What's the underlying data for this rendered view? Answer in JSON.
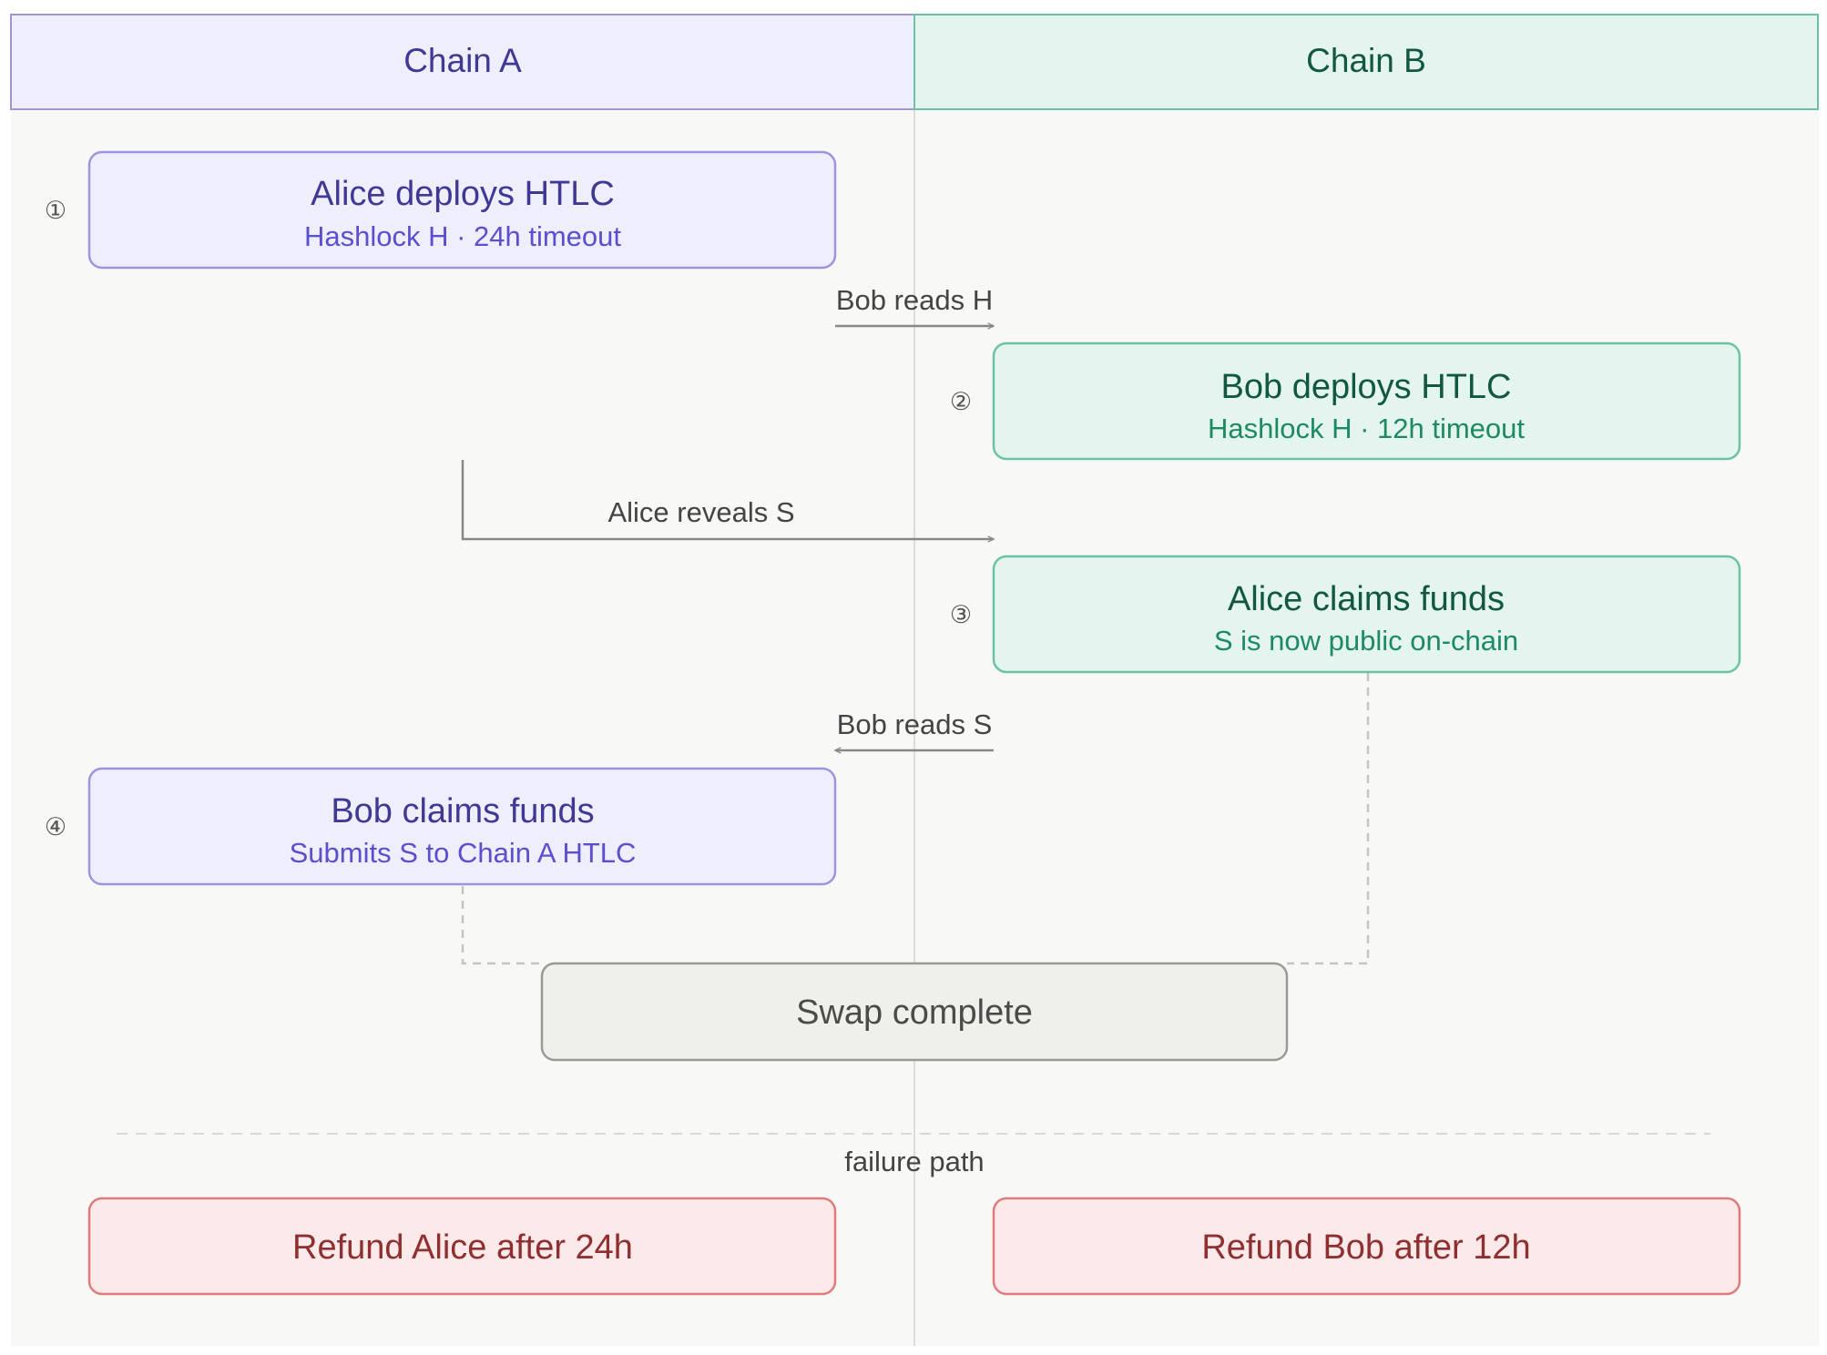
{
  "lanes": {
    "a": {
      "title": "Chain A"
    },
    "b": {
      "title": "Chain B"
    }
  },
  "steps": [
    {
      "num": "①",
      "title": "Alice deploys HTLC",
      "subtitle": "Hashlock H · 24h timeout"
    },
    {
      "num": "②",
      "title": "Bob deploys HTLC",
      "subtitle": "Hashlock H · 12h timeout"
    },
    {
      "num": "③",
      "title": "Alice claims funds",
      "subtitle": "S is now public on-chain"
    },
    {
      "num": "④",
      "title": "Bob claims funds",
      "subtitle": "Submits S to Chain A HTLC"
    }
  ],
  "messages": {
    "bob_reads_h": "Bob reads H",
    "alice_reveals_s": "Alice reveals S",
    "bob_reads_s": "Bob reads S"
  },
  "complete": {
    "label": "Swap complete"
  },
  "failure": {
    "label": "failure path",
    "refund_alice": "Refund Alice after 24h",
    "refund_bob": "Refund Bob after 12h"
  },
  "colors": {
    "lane_a_fill": "#efeefc",
    "lane_a_stroke": "#9b95e0",
    "lane_a_text": "#3f3996",
    "lane_a_subtext": "#5a4fcf",
    "lane_b_fill": "#e3f5ee",
    "lane_b_stroke": "#6cc3a2",
    "lane_b_text": "#12573f",
    "lane_b_subtext": "#1d8a62",
    "complete_fill": "#efefec",
    "complete_stroke": "#9a9a95",
    "complete_text": "#4b4b48",
    "refund_fill": "#fce9e9",
    "refund_stroke": "#e07b7b",
    "refund_text": "#8f2f2f",
    "arrow": "#888888",
    "label_text": "#444444",
    "background": "#f8f8f6"
  }
}
